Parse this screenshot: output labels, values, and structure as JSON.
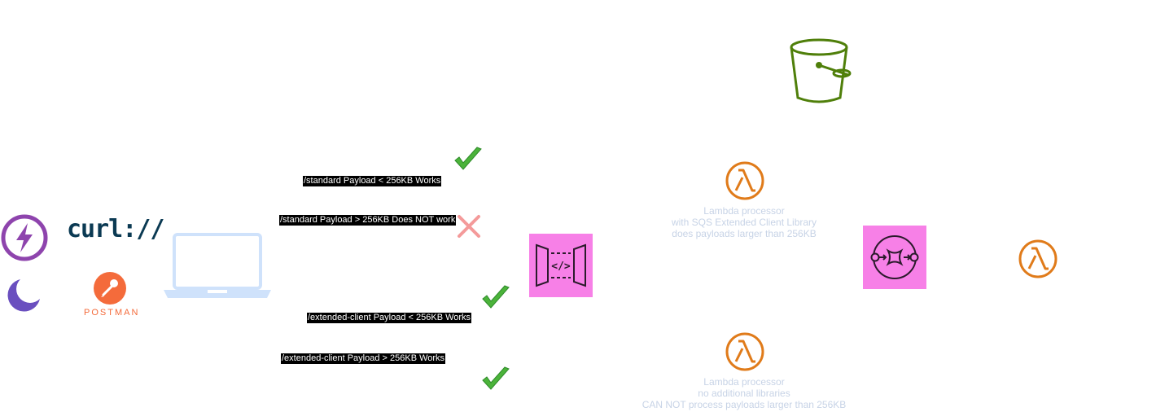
{
  "clients": {
    "curl_logo_text": "curl://",
    "postman_logo_text": "POSTMAN"
  },
  "routes": [
    {
      "label": "/standard Payload < 256KB Works",
      "status": "works"
    },
    {
      "label": "/standard Payload > 256KB Does NOT work",
      "status": "fails"
    },
    {
      "label": "/extended-client Payload < 256KB Works",
      "status": "works"
    },
    {
      "label": "/extended-client Payload > 256KB Works",
      "status": "works"
    }
  ],
  "lambdas": {
    "extended": {
      "lines": [
        "Lambda processor",
        "with SQS Extended Client Library",
        "does payloads larger than 256KB"
      ]
    },
    "standard": {
      "lines": [
        "Lambda processor",
        "no additional libraries",
        "CAN NOT process payloads larger than 256KB"
      ]
    }
  },
  "icons": {
    "client_apps": [
      "lightning-app-icon",
      "curl-logo-icon",
      "moon-app-icon",
      "postman-logo-icon"
    ],
    "laptop": "laptop-icon",
    "api_gateway": "api-gateway-icon",
    "queue": "sqs-queue-icon",
    "bucket": "s3-bucket-icon",
    "lambda": "lambda-icon",
    "check": "check-icon",
    "cross": "cross-icon"
  },
  "colors": {
    "pink_service": "#f780e7",
    "lambda_orange": "#e07b1a",
    "bucket_green": "#4f7f0a",
    "laptop_blue": "#cfe2fb",
    "check_green": "#4bb33a",
    "cross_red": "#f49a9a",
    "caption_gray": "#c7d3e6",
    "purple": "#8e44ad"
  }
}
